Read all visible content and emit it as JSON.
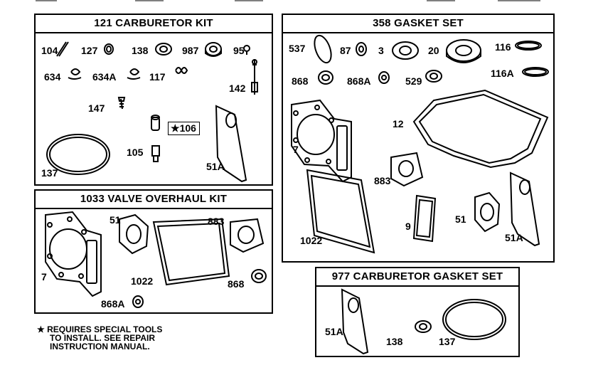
{
  "panels": {
    "carb_kit": {
      "title": "121 CARBURETOR KIT",
      "labels": {
        "p104": "104",
        "p127": "127",
        "p138": "138",
        "p987": "987",
        "p95": "95",
        "p634": "634",
        "p634a": "634A",
        "p117": "117",
        "p142": "142",
        "p147": "147",
        "p106": "106",
        "p105": "105",
        "p137": "137",
        "p51a": "51A"
      }
    },
    "valve_kit": {
      "title": "1033 VALVE OVERHAUL KIT",
      "labels": {
        "p7": "7",
        "p51": "51",
        "p883": "883",
        "p1022": "1022",
        "p868": "868",
        "p868a": "868A"
      }
    },
    "gasket_set": {
      "title": "358 GASKET SET",
      "labels": {
        "p537": "537",
        "p87": "87",
        "p3": "3",
        "p20": "20",
        "p116": "116",
        "p868": "868",
        "p868a": "868A",
        "p529": "529",
        "p116a": "116A",
        "p12": "12",
        "p7": "7",
        "p883": "883",
        "p1022": "1022",
        "p9": "9",
        "p51": "51",
        "p51a": "51A"
      }
    },
    "carb_gasket": {
      "title": "977 CARBURETOR GASKET SET",
      "labels": {
        "p51a": "51A",
        "p138": "138",
        "p137": "137"
      }
    }
  },
  "note": {
    "symbol": "★",
    "line1": "REQUIRES SPECIAL TOOLS",
    "line2": "TO INSTALL.  SEE REPAIR",
    "line3": "INSTRUCTION MANUAL."
  }
}
